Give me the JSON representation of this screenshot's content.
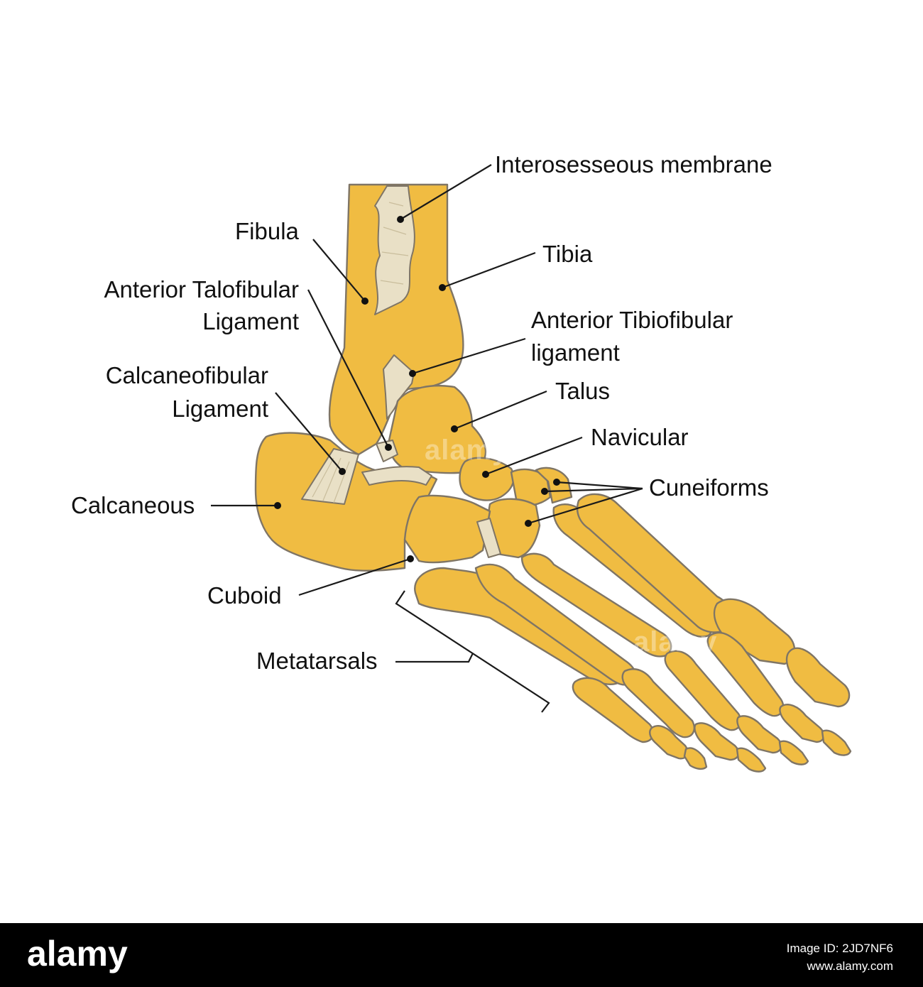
{
  "labels": {
    "interosseous": "Interosesseous membrane",
    "fibula": "Fibula",
    "tibia": "Tibia",
    "anterior_talofibular_1": "Anterior Talofibular",
    "anterior_talofibular_2": "Ligament",
    "anterior_tibiofibular_1": "Anterior Tibiofibular",
    "anterior_tibiofibular_2": "ligament",
    "calcaneofibular_1": "Calcaneofibular",
    "calcaneofibular_2": "Ligament",
    "talus": "Talus",
    "navicular": "Navicular",
    "cuneiforms": "Cuneiforms",
    "calcaneous": "Calcaneous",
    "cuboid": "Cuboid",
    "metatarsals": "Metatarsals"
  },
  "watermark": {
    "mark": "alamy"
  },
  "footer": {
    "brand": "alamy",
    "image_id": "Image ID: 2JD7NF6",
    "site": "www.alamy.com"
  },
  "colors": {
    "bone": "#f0bc42",
    "bone_outline": "#7f7565",
    "ligament": "#e9e0c6",
    "leader": "#1a1a1a",
    "footer_bg": "#000000"
  }
}
